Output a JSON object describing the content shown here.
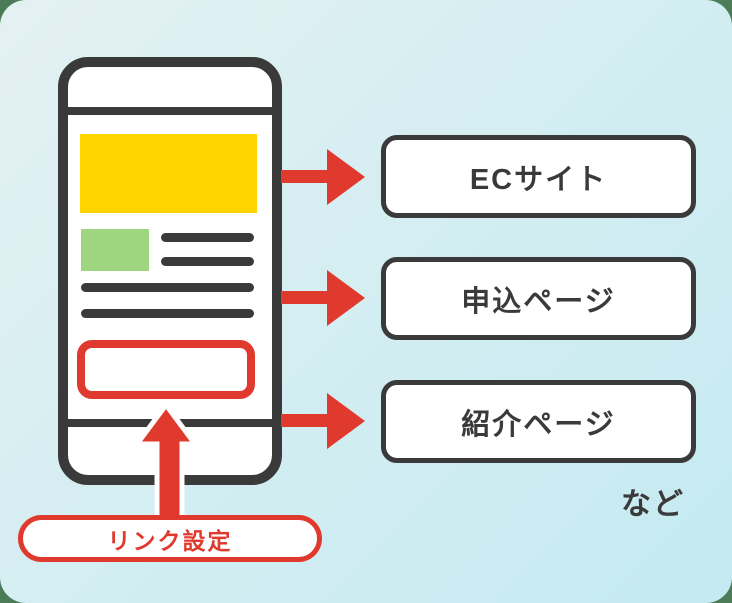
{
  "diagram": {
    "phone": {
      "name": "smartphone-mockup",
      "highlighted_element": "link-button-outline"
    },
    "destinations": [
      {
        "label": "ECサイト"
      },
      {
        "label": "申込ページ"
      },
      {
        "label": "紹介ページ"
      }
    ],
    "annotation": {
      "link_label": "リンク設定",
      "etc_label": "など"
    },
    "icons": {
      "right_arrow": "arrow-right-icon",
      "up_arrow": "arrow-up-icon"
    },
    "colors": {
      "accent_red": "#E03A2E",
      "banner_yellow": "#FFD400",
      "thumbnail_green": "#9ED57F",
      "line_dark": "#3A3A3A",
      "panel_bg_start": "#E4F1F3",
      "panel_bg_end": "#C4EAF2",
      "outer_corner_green": "#4C7B58",
      "box_fill": "#FFFFFF"
    }
  }
}
